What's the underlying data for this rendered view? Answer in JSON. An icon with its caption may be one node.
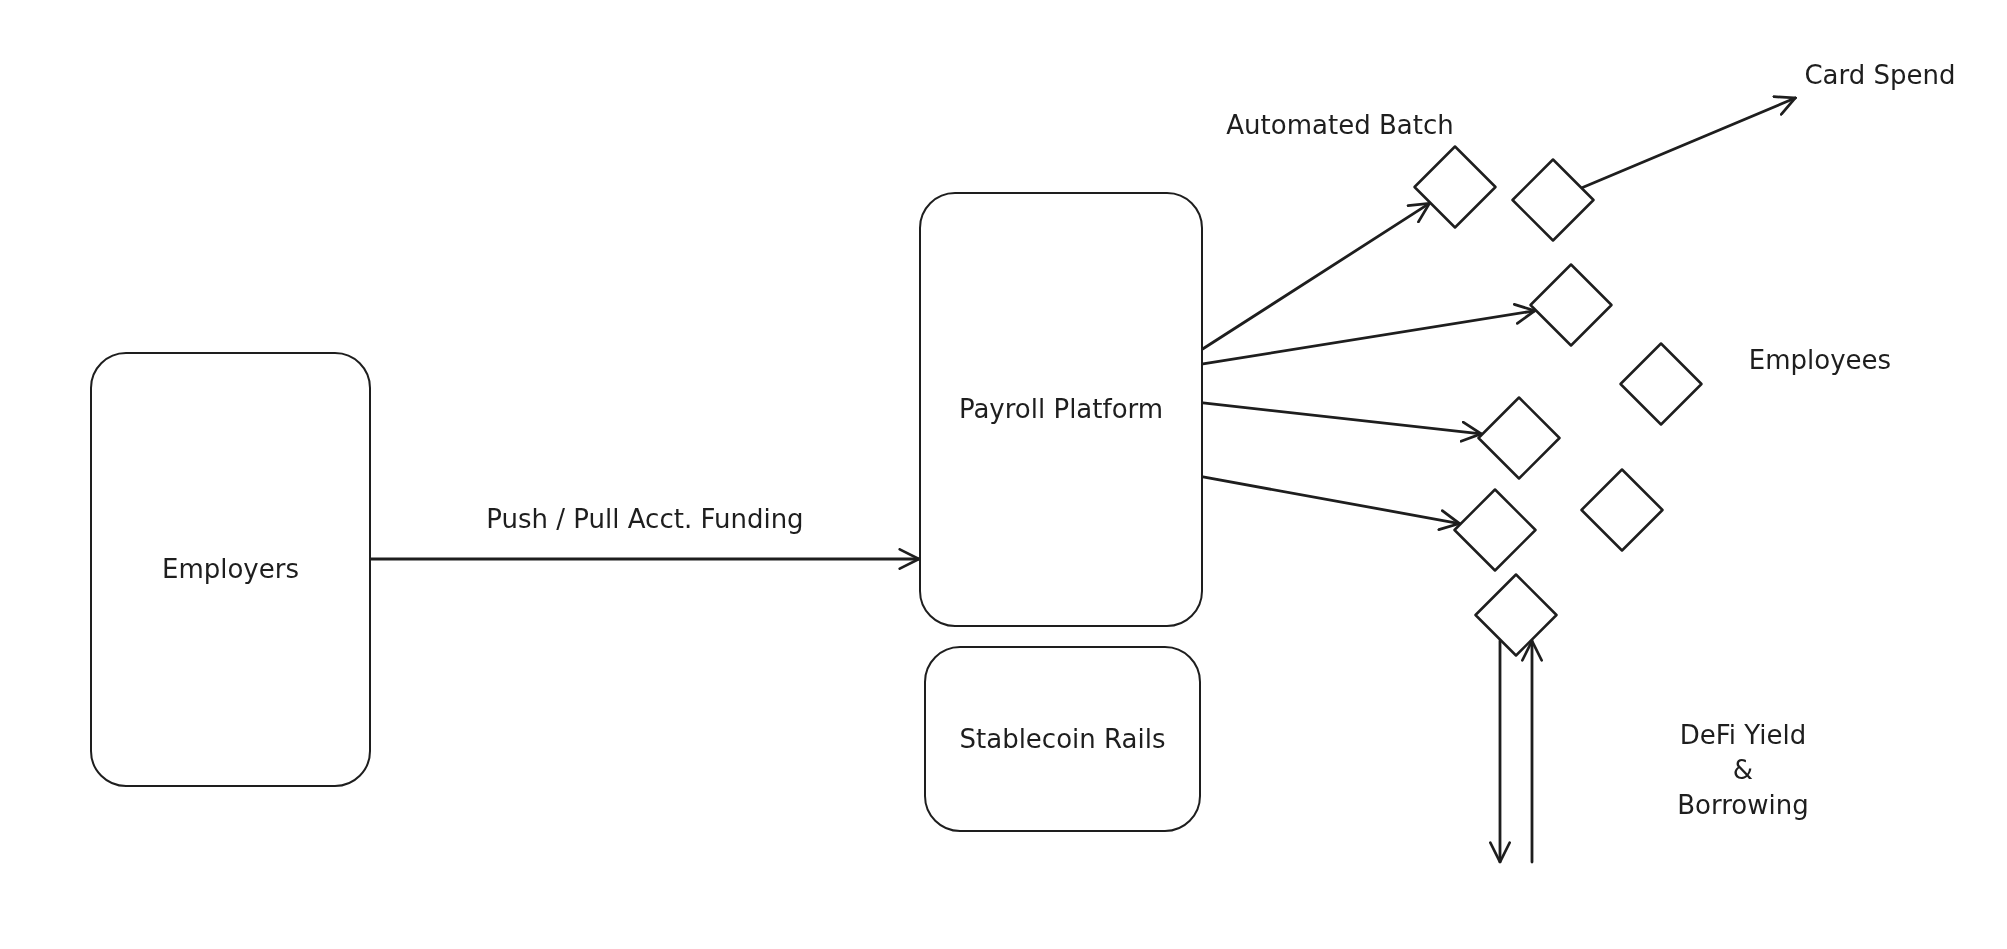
{
  "diagram": {
    "nodes": [
      {
        "text": [
          "Employers"
        ]
      },
      {
        "text": [
          "Payroll Platform"
        ]
      },
      {
        "text": [
          "Stablecoin Rails"
        ]
      },
      {
        "text": [],
        "shape": "diamond"
      },
      {
        "text": [],
        "shape": "diamond"
      },
      {
        "text": [],
        "shape": "diamond"
      },
      {
        "text": [],
        "shape": "diamond"
      },
      {
        "text": [],
        "shape": "diamond"
      },
      {
        "text": [],
        "shape": "diamond"
      },
      {
        "text": [],
        "shape": "diamond"
      },
      {
        "text": [],
        "shape": "diamond"
      },
      {
        "text": [
          "Card Spend"
        ]
      }
    ],
    "edges": [
      {
        "from": 0,
        "to": 1,
        "arrow": "to",
        "label": "Push / Pull Acct. Funding"
      },
      {
        "from": 1,
        "to": 3,
        "arrow": "to"
      },
      {
        "from": 1,
        "to": 5,
        "arrow": "to"
      },
      {
        "from": 1,
        "to": 7,
        "arrow": "to"
      },
      {
        "from": 1,
        "to": 9,
        "arrow": "to"
      },
      {
        "from": 4,
        "to": 11,
        "arrow": "to"
      },
      {
        "from": 10,
        "to": null,
        "arrow": "to"
      },
      {
        "from": null,
        "to": 10,
        "arrow": "to"
      }
    ],
    "labels": [
      "Automated Batch",
      "Employees",
      "DeFi Yield & Borrowing"
    ]
  }
}
